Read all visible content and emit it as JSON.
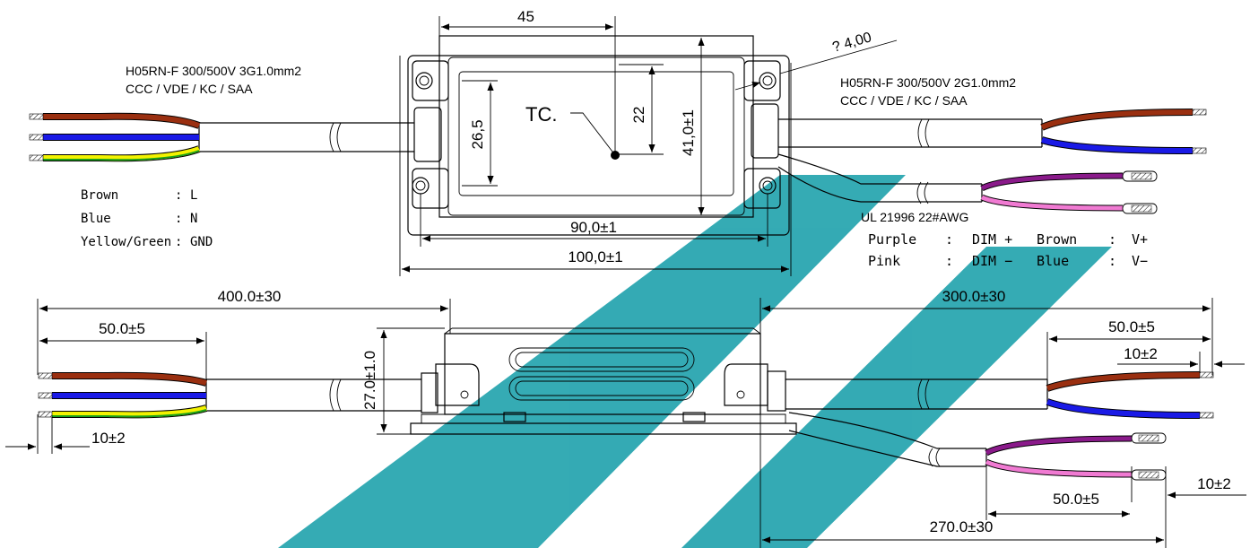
{
  "colors": {
    "brown": "#9a2f10",
    "blue": "#1a1ae6",
    "yellow": "#f2f200",
    "green": "#1aa01a",
    "purple": "#8a1a8a",
    "pink": "#f07ad2",
    "watermark": "#2aa6b0"
  },
  "top_view": {
    "dim_45": "45",
    "dim_hole": "? 4,00",
    "dim_22": "22",
    "dim_26_5": "26,5",
    "dim_41": "41,0±1",
    "dim_90": "90,0±1",
    "dim_100": "100,0±1",
    "tc_label": "TC."
  },
  "input_cable": {
    "spec_line1": "H05RN-F  300/500V  3G1.0mm2",
    "spec_line2": "CCC / VDE / KC / SAA",
    "legend": [
      {
        "label": "Brown",
        "sep": ":",
        "value": "L"
      },
      {
        "label": "Blue",
        "sep": ":",
        "value": "N"
      },
      {
        "label": "Yellow/Green",
        "sep": ":",
        "value": "GND"
      }
    ]
  },
  "output_cable": {
    "spec_line1": "H05RN-F  300/500V  2G1.0mm2",
    "spec_line2": "CCC / VDE / KC / SAA",
    "dim_wire_spec": "UL 21996  22#AWG",
    "legend_row1": {
      "a": "Purple",
      "b": ":",
      "c": "DIM +",
      "d": "Brown",
      "e": ":",
      "f": "V+"
    },
    "legend_row2": {
      "a": "Pink",
      "b": ":",
      "c": "DIM −",
      "d": "Blue",
      "e": ":",
      "f": "V−"
    }
  },
  "side_view": {
    "dim_400": "400.0±30",
    "dim_50_left": "50.0±5",
    "dim_10_left": "10±2",
    "dim_27": "27.0±1.0",
    "dim_300": "300.0±30",
    "dim_50_right": "50.0±5",
    "dim_10_right": "10±2",
    "dim_10_dim": "10±2",
    "dim_50_dim": "50.0±5",
    "dim_270": "270.0±30"
  }
}
